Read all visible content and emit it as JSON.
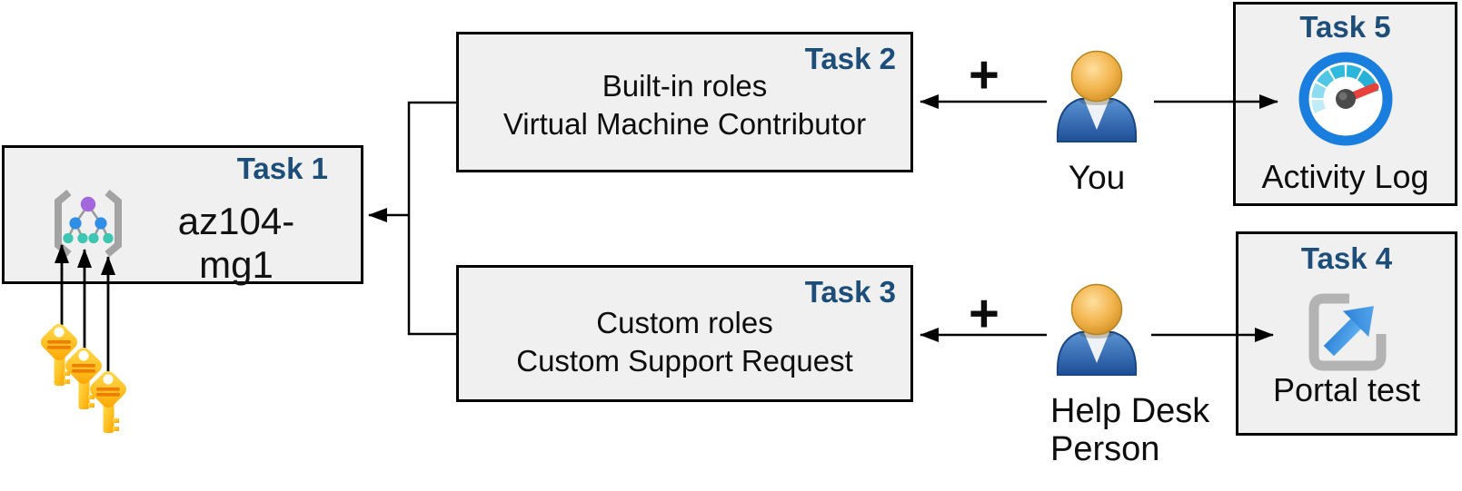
{
  "diagram": {
    "background": "#ffffff",
    "box_fill": "#f0f0f0",
    "box_border": "#000000",
    "task_label_color": "#1d4e79",
    "arrow_color": "#000000"
  },
  "task1": {
    "label": "Task 1",
    "name": "az104-mg1",
    "icon": "management-group-icon"
  },
  "task2": {
    "label": "Task 2",
    "line1": "Built-in roles",
    "line2": "Virtual Machine Contributor"
  },
  "task3": {
    "label": "Task 3",
    "line1": "Custom roles",
    "line2": "Custom Support Request"
  },
  "task4": {
    "label": "Task 4",
    "caption": "Portal test",
    "icon": "portal-test-external-link-icon"
  },
  "task5": {
    "label": "Task 5",
    "caption": "Activity Log",
    "icon": "activity-log-gauge-icon"
  },
  "actors": {
    "you": {
      "label": "You",
      "icon": "person-icon"
    },
    "help_desk": {
      "line1": "Help Desk",
      "line2": "Person",
      "icon": "person-icon"
    }
  },
  "operators": {
    "plus": "+"
  },
  "keys": {
    "icon": "key-icon",
    "count": 3
  },
  "icon_colors": {
    "key_gold": "#ffc33d",
    "person_head": "#eca943",
    "person_body": "#2f66a8",
    "gauge_ring": "#1a7ede",
    "gauge_needle": "#e8403a",
    "portal_arrow": "#3d9be9",
    "bracket_gray": "#a3a3a3",
    "tree_purple": "#a169dd",
    "tree_blue": "#2f8ee6",
    "tree_teal": "#3dc6b1"
  }
}
